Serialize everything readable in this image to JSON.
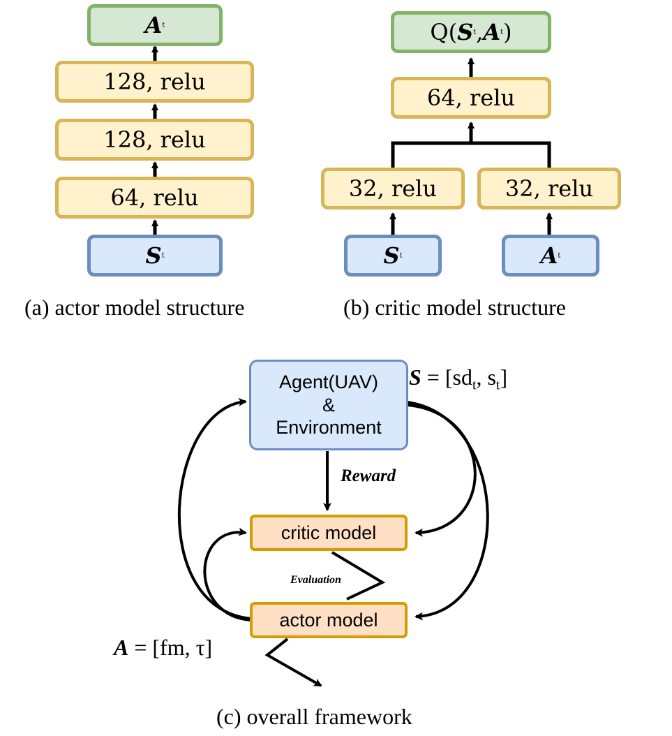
{
  "actor": {
    "output": {
      "var": "A",
      "sub": "t"
    },
    "layers": [
      "128, relu",
      "128, relu",
      "64, relu"
    ],
    "input": {
      "var": "S",
      "sub": "t"
    },
    "caption": "(a) actor model structure"
  },
  "critic": {
    "output": {
      "prefix": "Q(",
      "var1": "S",
      "sub1": "t",
      "sep": ",",
      "var2": "A",
      "sub2": "t",
      "suffix": ")"
    },
    "merge_layer": "64, relu",
    "branch_left": "32, relu",
    "branch_right": "32, relu",
    "input_left": {
      "var": "S",
      "sub": "t"
    },
    "input_right": {
      "var": "A",
      "sub": "t"
    },
    "caption": "(b) critic model structure"
  },
  "framework": {
    "agent_lines": [
      "Agent(UAV)",
      "&",
      "Environment"
    ],
    "state_eq": {
      "var": "S",
      "eq": " = [sd",
      "sub1": "t",
      "mid": ", s",
      "sub2": "t",
      "end": "]"
    },
    "reward_label": "Reward",
    "critic_box": "critic model",
    "evaluation_label": "Evaluation",
    "actor_box": "actor model",
    "action_eq": {
      "var": "A",
      "rest": " = [fm, τ]"
    },
    "caption": "(c) overall framework"
  },
  "colors": {
    "layer_fill": "#fff2cc",
    "layer_border": "#d6b656",
    "output_fill": "#d5e8d4",
    "output_border": "#82b366",
    "input_fill": "#dae8fc",
    "input_border": "#6c8ebf",
    "model_fill": "#ffe0c4",
    "model_border": "#d79b00"
  }
}
